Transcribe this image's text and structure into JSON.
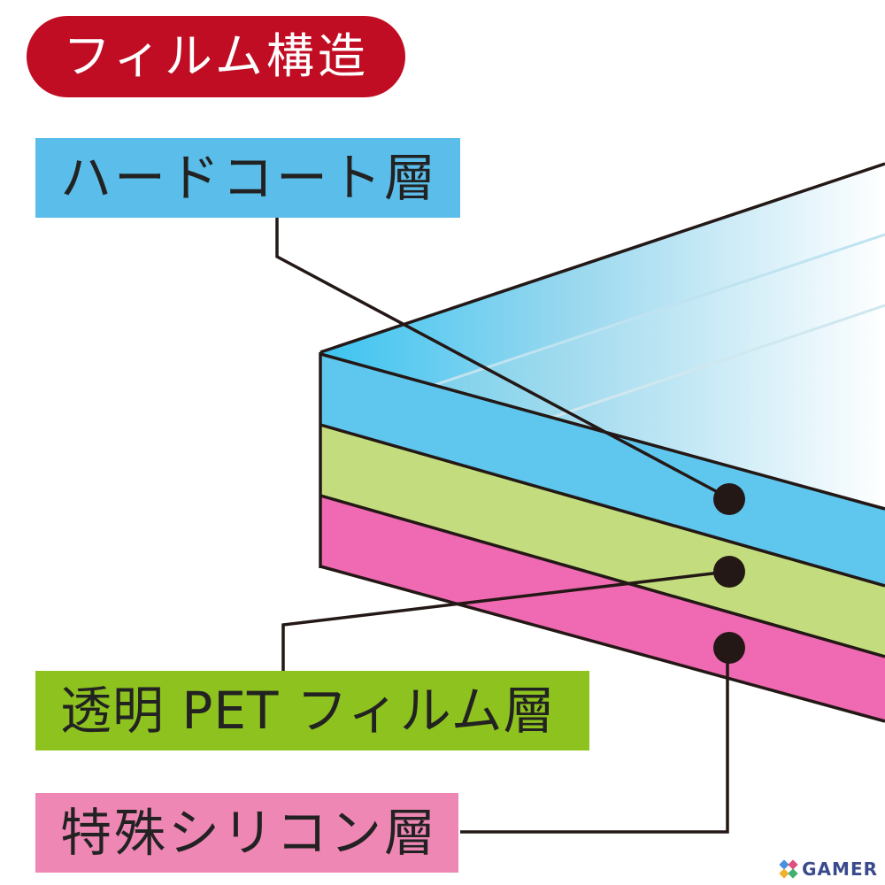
{
  "title": "フィルム構造",
  "layers": [
    {
      "id": "hardcoat",
      "label": "ハードコート層",
      "color": "#5bbde9"
    },
    {
      "id": "pet",
      "label": "透明 PET フィルム層",
      "color": "#8dc21f"
    },
    {
      "id": "silicon",
      "label": "特殊シリコン層",
      "color": "#ee87b4"
    }
  ],
  "colors": {
    "title_badge": "#c00d23",
    "hardcoat_front": "#5fc6ee",
    "pet_front": "#c3dd7e",
    "silicon_front": "#ef6ab2",
    "outline": "#231815"
  },
  "watermark": {
    "text": "GAMER"
  }
}
